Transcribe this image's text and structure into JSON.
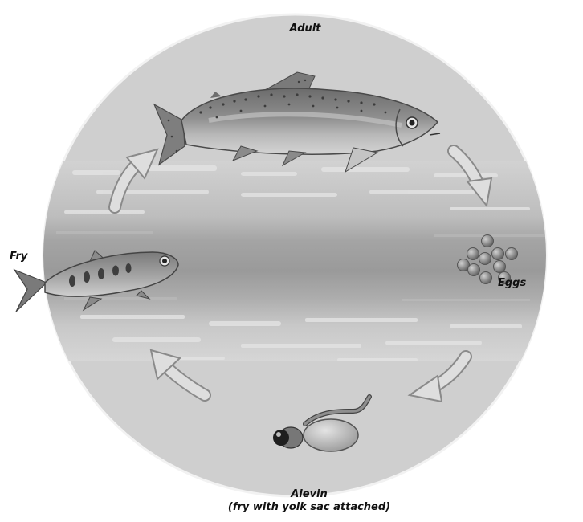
{
  "stages": {
    "adult": "Adult",
    "eggs": "Eggs",
    "alevin": "Alevin",
    "alevin_note": "(fry with yolk sac attached)",
    "fry": "Fry"
  },
  "colors": {
    "circle_light": "#d0d0d0",
    "water_band": "#9c9c9c",
    "arrow": "#dedede",
    "arrow_edge": "#8a8a8a"
  }
}
